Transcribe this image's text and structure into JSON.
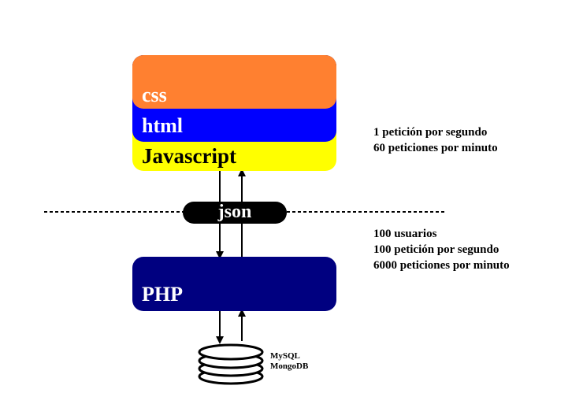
{
  "layers": {
    "css": "css",
    "html": "html",
    "javascript": "Javascript"
  },
  "json_label": "json",
  "server_label": "PHP",
  "client_stats": [
    "1 petición por segundo",
    "60 peticiones por minuto"
  ],
  "server_stats": [
    "100 usuarios",
    "100 petición por segundo",
    "6000 peticiones por minuto"
  ],
  "databases": [
    "MySQL",
    "MongoDB"
  ],
  "colors": {
    "css_layer": "#ff8030",
    "html_layer": "#0000ff",
    "javascript_layer": "#ffff00",
    "php_box": "#000080",
    "json_pill": "#000000"
  },
  "icons": [
    "arrow-down-icon",
    "arrow-up-icon",
    "database-icon"
  ]
}
